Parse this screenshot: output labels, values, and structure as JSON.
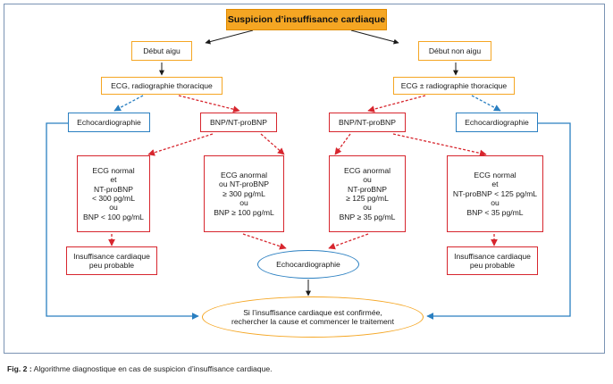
{
  "title": "Suspicion d’insuffisance cardiaque",
  "onset": {
    "acute": "Début aigu",
    "non_acute": "Début non aigu"
  },
  "tests": {
    "left": "ECG, radiographie thoracique",
    "right": "ECG ± radiographie thoracique"
  },
  "branches": {
    "echo_left": "Echocardiographie",
    "bnp_left": "BNP/NT-proBNP",
    "bnp_right": "BNP/NT-proBNP",
    "echo_right": "Echocardiographie"
  },
  "criteria": {
    "c1": "ECG normal\net\nNT-proBNP\n< 300 pg/mL\nou\nBNP < 100 pg/mL",
    "c2": "ECG anormal\nou NT-proBNP\n≥ 300 pg/mL\nou\nBNP ≥ 100 pg/mL",
    "c3": "ECG anormal\nou\nNT-proBNP\n≥ 125 pg/mL\nou\nBNP ≥ 35 pg/mL",
    "c4": "ECG normal\net\nNT-proBNP < 125 pg/mL\nou\nBNP < 35 pg/mL"
  },
  "unlikely": {
    "left": "Insuffisance cardiaque\npeu probable",
    "right": "Insuffisance cardiaque\npeu probable"
  },
  "echo_center": "Echocardiographie",
  "conclusion": "Si l’insuffisance cardiaque est confirmée,\nrechercher la cause et commencer le traitement",
  "caption": {
    "label": "Fig. 2 :",
    "text": "Algorithme diagnostique en cas de suspicion d’insuffisance cardiaque."
  },
  "colors": {
    "orange": "#f5a623",
    "blue": "#2a7fc1",
    "red": "#d7262e",
    "arrow_black": "#1a1a1a"
  }
}
